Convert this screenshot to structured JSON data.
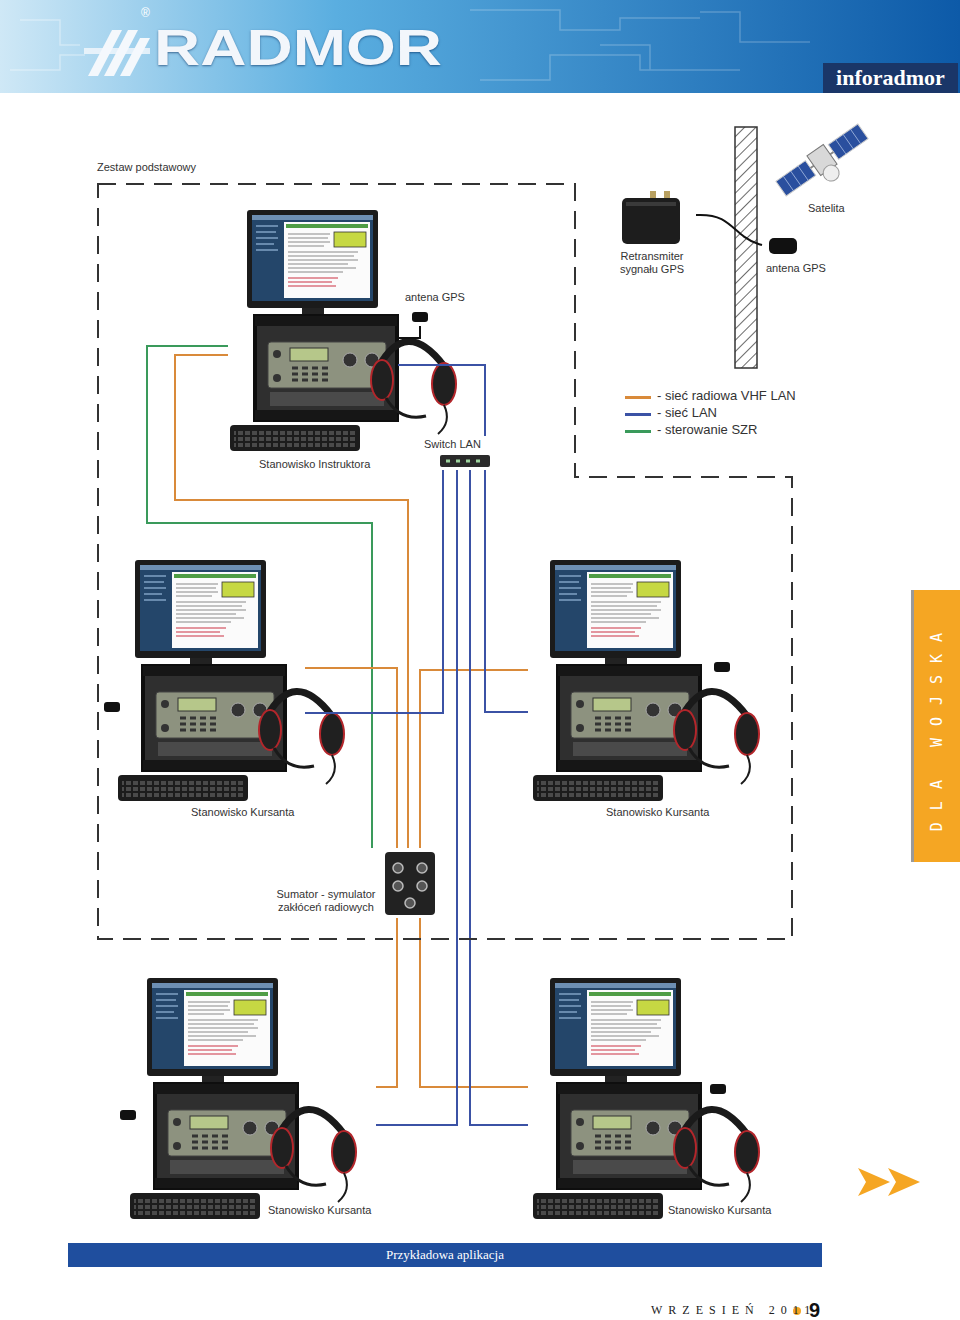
{
  "diagram": {
    "caption": "Przykładowa aplikacja",
    "nodes": [
      {
        "text": [
          "Zestaw podstawowy"
        ]
      },
      {
        "text": [
          "Retransmiter sygnału GPS"
        ]
      },
      {
        "text": [
          "Satelita"
        ]
      },
      {
        "text": [
          "antena GPS"
        ]
      },
      {
        "text": [
          "antena GPS"
        ],
        "in": 0
      },
      {
        "text": [
          "Stanowisko Instruktora"
        ],
        "in": 0
      },
      {
        "text": [
          "Switch LAN"
        ],
        "in": 0
      },
      {
        "text": [
          "Stanowisko Kursanta"
        ],
        "in": 0
      },
      {
        "text": [
          "Stanowisko Kursanta"
        ],
        "in": 0
      },
      {
        "text": [
          "Sumator - symulator zakłóceń radiowych"
        ],
        "in": 0
      },
      {
        "text": [
          "Stanowisko Kursanta"
        ]
      },
      {
        "text": [
          "Stanowisko Kursanta"
        ]
      }
    ],
    "edges": [
      {
        "from": 1,
        "to": 3,
        "arrow": "none"
      },
      {
        "from": 4,
        "to": 5,
        "arrow": "none"
      },
      {
        "from": 5,
        "to": 9,
        "arrow": "none"
      },
      {
        "from": 5,
        "to": 9,
        "arrow": "none"
      },
      {
        "from": 7,
        "to": 9,
        "arrow": "none"
      },
      {
        "from": 8,
        "to": 9,
        "arrow": "none"
      },
      {
        "from": 9,
        "to": 10,
        "arrow": "none"
      },
      {
        "from": 9,
        "to": 11,
        "arrow": "none"
      },
      {
        "from": 6,
        "to": 5,
        "arrow": "none"
      },
      {
        "from": 6,
        "to": 7,
        "arrow": "none"
      },
      {
        "from": 6,
        "to": 8,
        "arrow": "none"
      },
      {
        "from": 6,
        "to": 10,
        "arrow": "none"
      },
      {
        "from": 6,
        "to": 11,
        "arrow": "none"
      }
    ],
    "labels": [
      "®",
      "RADMOR",
      "inforadmor",
      "DLA WOJSKA",
      "WRZESIEŃ 2011",
      "9"
    ],
    "legend": [
      {
        "text": "- sieć radiowa VHF LAN",
        "color": "#d98a3a"
      },
      {
        "text": "- sieć LAN",
        "color": "#3b52a5"
      },
      {
        "text": "- sterowanie SZR",
        "color": "#3a9a5b"
      }
    ]
  }
}
